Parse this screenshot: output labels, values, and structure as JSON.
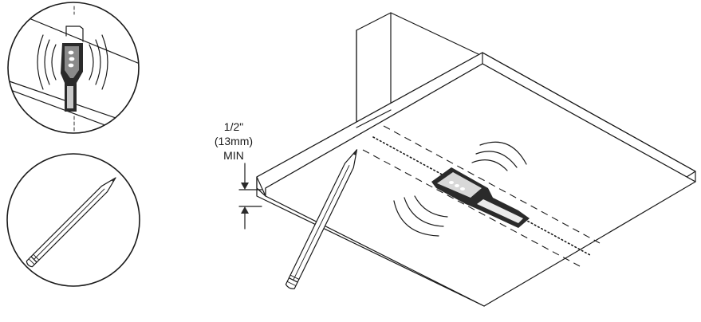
{
  "dimension": {
    "line1": "1/2\"",
    "line2": "(13mm)",
    "line3": "MIN"
  },
  "colors": {
    "ink": "#1a1a1a",
    "background": "#ffffff"
  },
  "icons": {
    "inset_top": "stud-finder-on-wall-icon",
    "inset_bottom": "pencil-icon"
  }
}
